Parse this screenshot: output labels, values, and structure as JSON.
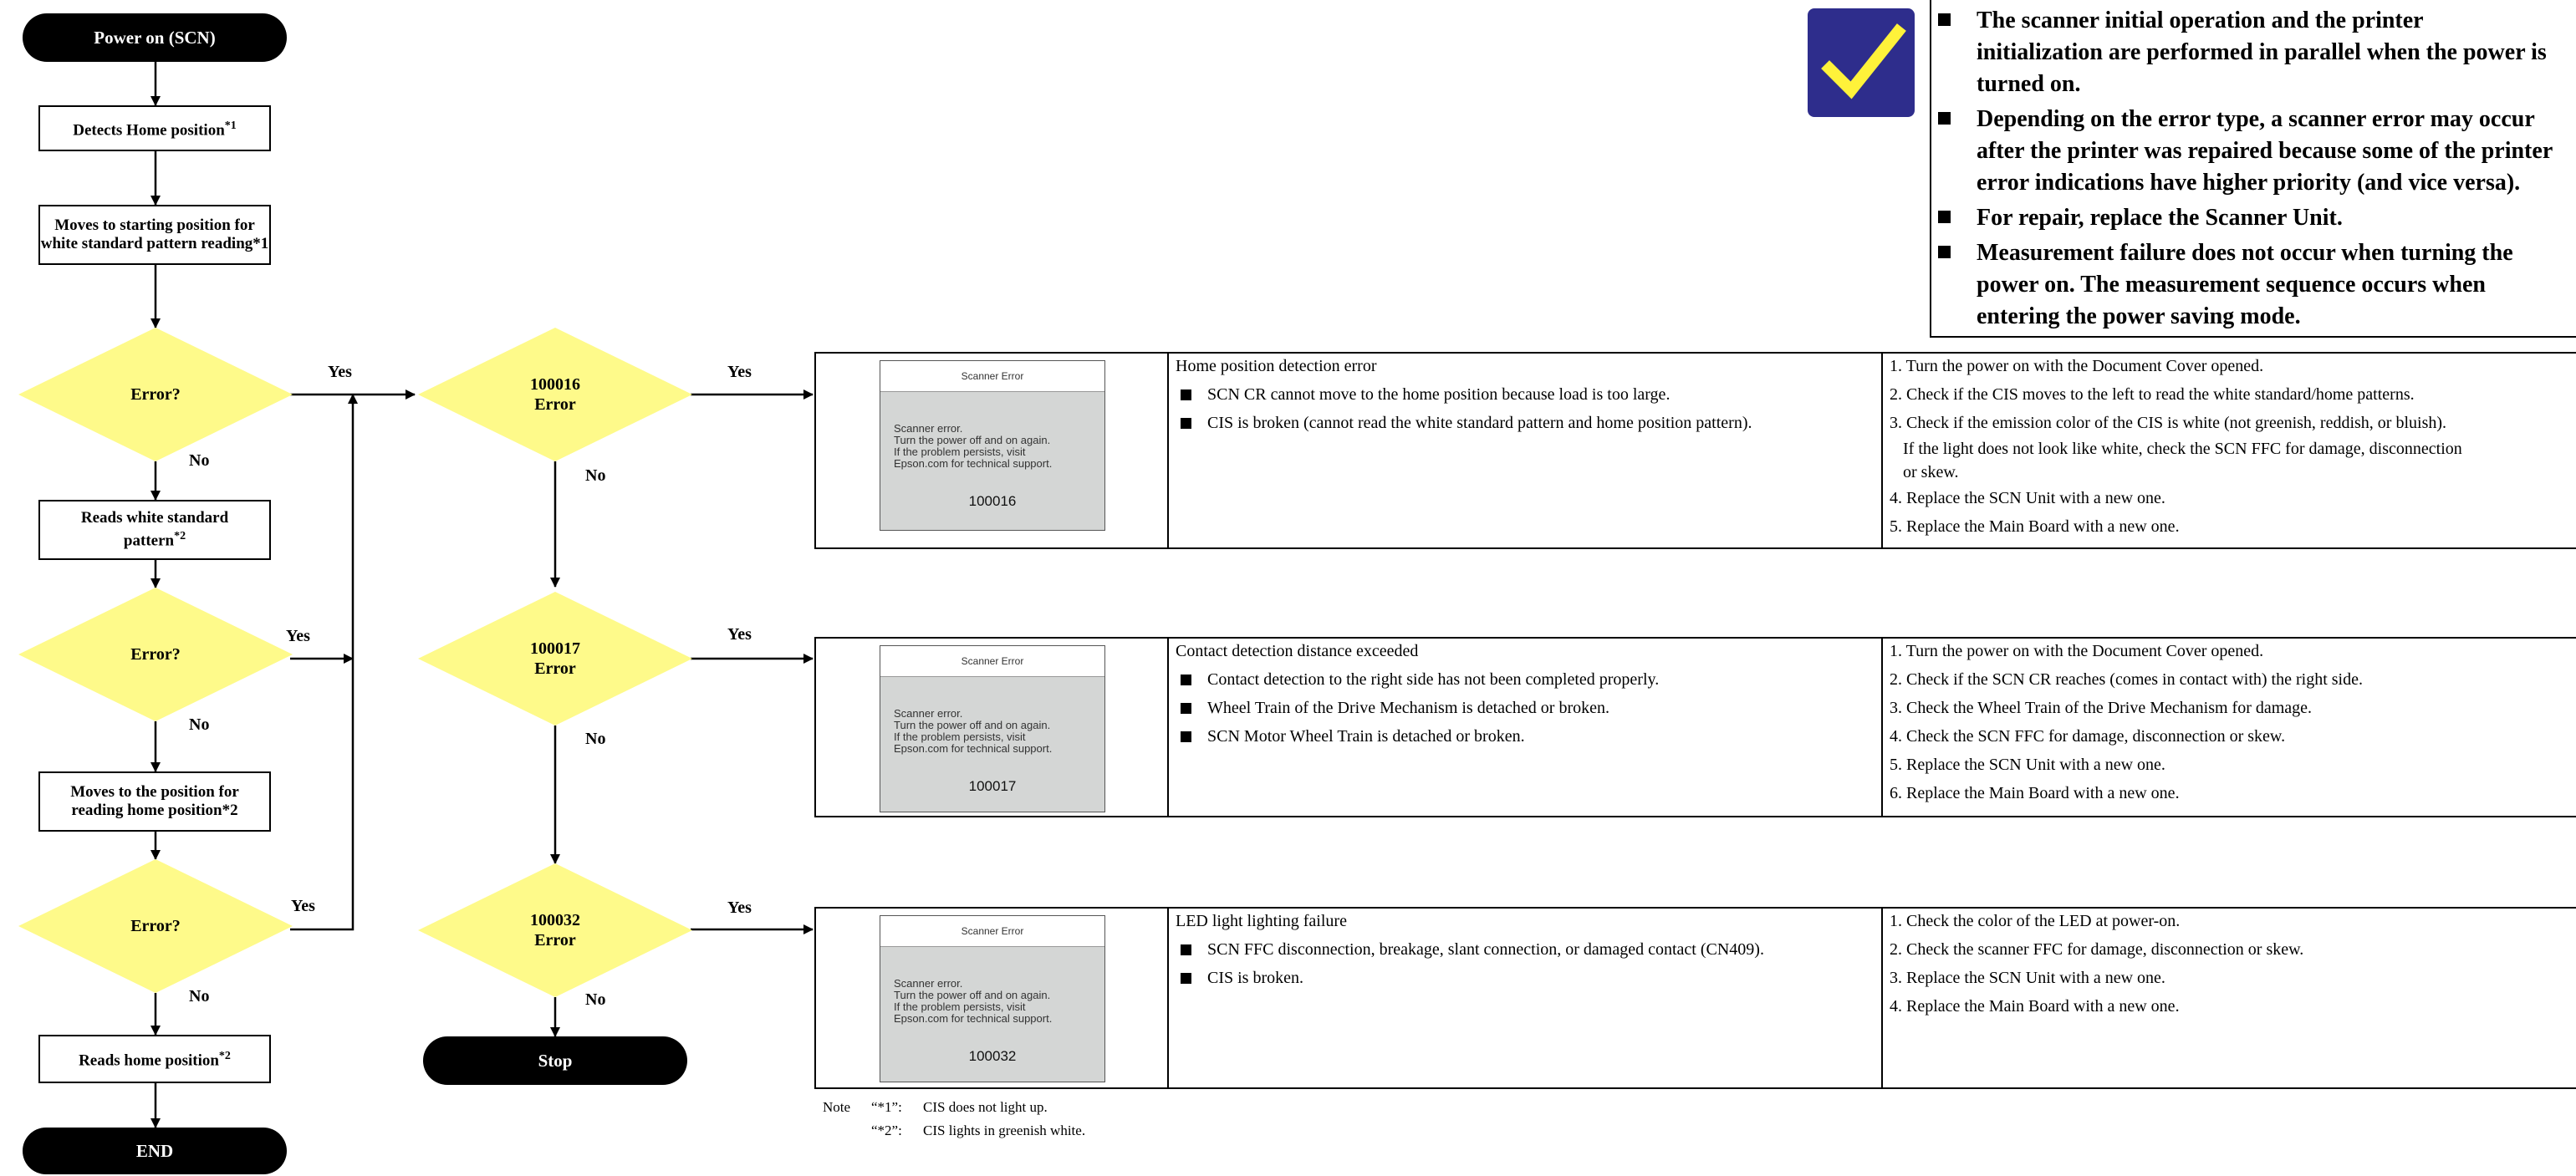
{
  "flow": {
    "start": "Power on (SCN)",
    "step_detect_home": "Detects Home position",
    "step_detect_home_sup": "*1",
    "step_move_start_line1": "Moves to starting position for",
    "step_move_start_line2": "white standard pattern reading*1",
    "step_read_white_line1": "Reads white standard",
    "step_read_white_line2": "pattern",
    "step_read_white_sup": "*2",
    "step_move_home_line1": "Moves to the position for",
    "step_move_home_line2": "reading home position*2",
    "step_read_home": "Reads home position",
    "step_read_home_sup": "*2",
    "end": "END",
    "decision_error": "Error?",
    "yes": "Yes",
    "no": "No",
    "err_100016_line1": "100016",
    "err_100016_line2": "Error",
    "err_100017_line1": "100017",
    "err_100017_line2": "Error",
    "err_100032_line1": "100032",
    "err_100032_line2": "Error",
    "stop": "Stop"
  },
  "checkmark_icon": "checkmark-icon",
  "notes": [
    [
      "The scanner initial operation and the printer",
      "initialization are performed in parallel when the power is",
      "turned on."
    ],
    [
      "Depending on the error type, a scanner error may occur",
      "after the printer was repaired because some of the printer",
      "error indications have higher priority (and vice versa)."
    ],
    [
      "For repair, replace the Scanner Unit."
    ],
    [
      "Measurement failure does not occur when turning the",
      "power on. The measurement sequence occurs when",
      "entering the power saving mode."
    ]
  ],
  "panel": {
    "title": "Scanner Error",
    "msg_line1": "Scanner error.",
    "msg_line2": "Turn the power off and on again.",
    "msg_line3": "If the problem persists, visit",
    "msg_line4": "Epson.com for technical support."
  },
  "errors": [
    {
      "code": "100016",
      "title": "Home position detection error",
      "causes": [
        "SCN CR cannot move to the home position because load is too large.",
        "CIS is broken (cannot read the white standard pattern and home position pattern)."
      ],
      "steps": [
        "1. Turn the power on with the Document Cover opened.",
        "2. Check if the CIS moves to the left to read the white standard/home patterns.",
        "3. Check if the emission color of the CIS is white (not greenish, reddish, or bluish).",
        "If the light does not look like white, check the SCN FFC for damage, disconnection",
        "or skew.",
        "4. Replace the SCN Unit with a new one.",
        "5. Replace the Main Board with a new one."
      ]
    },
    {
      "code": "100017",
      "title": "Contact detection distance exceeded",
      "causes": [
        "Contact detection to the right side has not been completed properly.",
        "Wheel Train of the Drive Mechanism is detached or broken.",
        "SCN Motor Wheel Train is detached or broken."
      ],
      "steps": [
        "1. Turn the power on with the Document Cover opened.",
        "2. Check if the SCN CR reaches (comes in contact with) the right side.",
        "3. Check the Wheel Train of the Drive Mechanism for damage.",
        "4. Check the SCN FFC for damage, disconnection or skew.",
        "5. Replace the SCN Unit with a new one.",
        "6. Replace the Main Board with a new one."
      ]
    },
    {
      "code": "100032",
      "title": "LED light lighting failure",
      "causes": [
        "SCN FFC disconnection, breakage, slant connection, or damaged contact (CN409).",
        "CIS is broken."
      ],
      "steps": [
        "1. Check the color of the LED at power-on.",
        "2. Check the scanner FFC for damage, disconnection or skew.",
        "3. Replace the SCN Unit with a new one.",
        "4. Replace the Main Board with a new one."
      ]
    }
  ],
  "footnote": {
    "label": "Note",
    "n1_key": "“*1”:",
    "n1_text": "CIS does not light up.",
    "n2_key": "“*2”:",
    "n2_text": "CIS lights in greenish white."
  }
}
